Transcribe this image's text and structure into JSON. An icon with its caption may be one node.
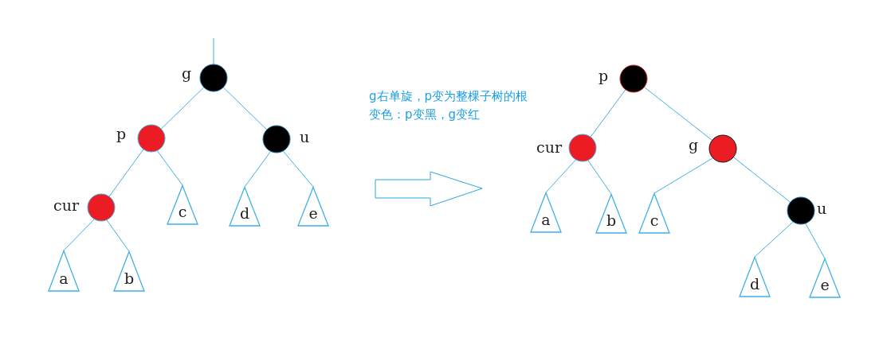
{
  "diagram": {
    "nodes": [
      {
        "text": [],
        "shape": "circle",
        "beside": [
          "g"
        ]
      },
      {
        "text": [],
        "shape": "circle",
        "beside": [
          "p"
        ]
      },
      {
        "text": [],
        "shape": "circle",
        "beside": [
          "u"
        ]
      },
      {
        "text": [],
        "shape": "circle",
        "beside": [
          "cur"
        ]
      },
      {
        "text": [
          "c"
        ]
      },
      {
        "text": [
          "d"
        ]
      },
      {
        "text": [
          "e"
        ]
      },
      {
        "text": [
          "a"
        ]
      },
      {
        "text": [
          "b"
        ]
      },
      {
        "text": [],
        "shape": "circle",
        "beside": [
          "p"
        ]
      },
      {
        "text": [],
        "shape": "circle",
        "beside": [
          "cur"
        ]
      },
      {
        "text": [],
        "shape": "circle",
        "beside": [
          "g"
        ]
      },
      {
        "text": [
          "a"
        ]
      },
      {
        "text": [
          "b"
        ]
      },
      {
        "text": [
          "c"
        ]
      },
      {
        "text": [],
        "shape": "circle",
        "beside": [
          "u"
        ]
      },
      {
        "text": [
          "d"
        ]
      },
      {
        "text": [
          "e"
        ]
      }
    ],
    "edges": [
      {
        "from": null,
        "to": 0,
        "arrow": "none"
      },
      {
        "from": 0,
        "to": 1,
        "arrow": "none"
      },
      {
        "from": 0,
        "to": 2,
        "arrow": "none"
      },
      {
        "from": 1,
        "to": 3,
        "arrow": "none"
      },
      {
        "from": 1,
        "to": 4,
        "arrow": "none"
      },
      {
        "from": 2,
        "to": 5,
        "arrow": "none"
      },
      {
        "from": 2,
        "to": 6,
        "arrow": "none"
      },
      {
        "from": 3,
        "to": 7,
        "arrow": "none"
      },
      {
        "from": 3,
        "to": 8,
        "arrow": "none"
      },
      {
        "from": 9,
        "to": 10,
        "arrow": "none"
      },
      {
        "from": 9,
        "to": 11,
        "arrow": "none"
      },
      {
        "from": 10,
        "to": 12,
        "arrow": "none"
      },
      {
        "from": 10,
        "to": 13,
        "arrow": "none"
      },
      {
        "from": 11,
        "to": 14,
        "arrow": "none"
      },
      {
        "from": 11,
        "to": 15,
        "arrow": "none"
      },
      {
        "from": 15,
        "to": 16,
        "arrow": "none"
      },
      {
        "from": 15,
        "to": 17,
        "arrow": "none"
      }
    ],
    "labels": [
      "g右单旋，p变为整棵子树的根",
      "变色：p变黑，g变红"
    ]
  }
}
